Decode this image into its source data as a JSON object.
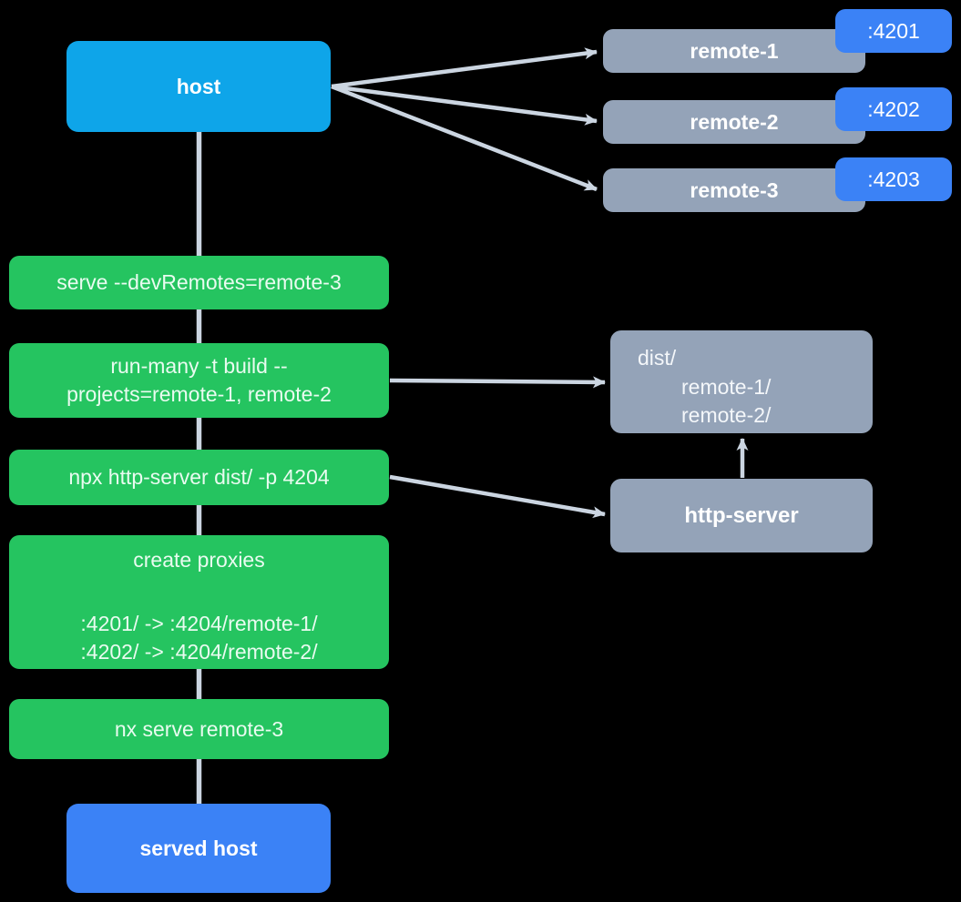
{
  "diagram": {
    "title_semantics": "Nx module federation static remotes serving flow",
    "colors": {
      "background": "#000000",
      "host_node": "#0ea5e9",
      "remote_node": "#94a3b8",
      "port_badge": "#3b82f6",
      "command_node": "#25c460",
      "served_host_node": "#3b82f6",
      "edge": "#cbd5e1",
      "text": "#ffffff"
    },
    "nodes": {
      "host": {
        "label": "host"
      },
      "remotes": [
        {
          "label": "remote-1",
          "port": ":4201"
        },
        {
          "label": "remote-2",
          "port": ":4202"
        },
        {
          "label": "remote-3",
          "port": ":4203"
        }
      ],
      "commands": [
        {
          "lines": [
            "serve --devRemotes=remote-3"
          ]
        },
        {
          "lines": [
            "run-many -t build --",
            "projects=remote-1, remote-2"
          ]
        },
        {
          "lines": [
            "npx http-server dist/ -p 4204"
          ]
        },
        {
          "title": "create proxies",
          "lines": [
            ":4201/ -> :4204/remote-1/",
            ":4202/ -> :4204/remote-2/"
          ]
        },
        {
          "lines": [
            "nx serve remote-3"
          ]
        }
      ],
      "dist": {
        "lines": [
          "dist/",
          "remote-1/",
          "remote-2/"
        ]
      },
      "http_server": {
        "label": "http-server"
      },
      "served_host": {
        "label": "served host"
      }
    },
    "edges": [
      {
        "from": "host",
        "to": "remote-1",
        "arrow": true
      },
      {
        "from": "host",
        "to": "remote-2",
        "arrow": true
      },
      {
        "from": "host",
        "to": "remote-3",
        "arrow": true
      },
      {
        "from": "host",
        "to": "served_host",
        "arrow": false
      },
      {
        "from": "run-many build command",
        "to": "dist",
        "arrow": true
      },
      {
        "from": "npx http-server command",
        "to": "http_server",
        "arrow": true
      },
      {
        "from": "http_server",
        "to": "dist",
        "arrow": true
      }
    ]
  }
}
